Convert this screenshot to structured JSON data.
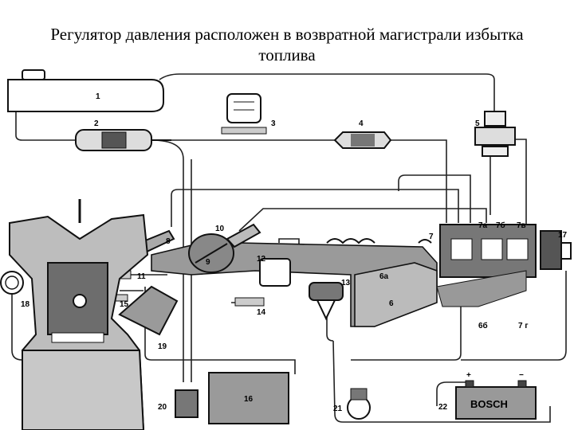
{
  "title": {
    "line1": "Регулятор давления расположен в возвратной магистрали избытка",
    "line2": "топлива"
  },
  "labels": {
    "l1": "1",
    "l2": "2",
    "l3": "3",
    "l4": "4",
    "l5": "5",
    "l6": "6",
    "l6a": "6а",
    "l6b": "6б",
    "l7": "7",
    "l7a": "7а",
    "l7b": "7б",
    "l7v": "7в",
    "l7g": "7 г",
    "l8": "8",
    "l9": "9",
    "l10": "10",
    "l11": "11",
    "l12": "12",
    "l13": "13",
    "l14": "14",
    "l15": "15",
    "l16": "16",
    "l17": "17",
    "l18": "18",
    "l19": "19",
    "l20": "20",
    "l21": "21",
    "l22": "22"
  },
  "battery": {
    "brand": "BOSCH",
    "plus": "+",
    "minus": "−"
  }
}
